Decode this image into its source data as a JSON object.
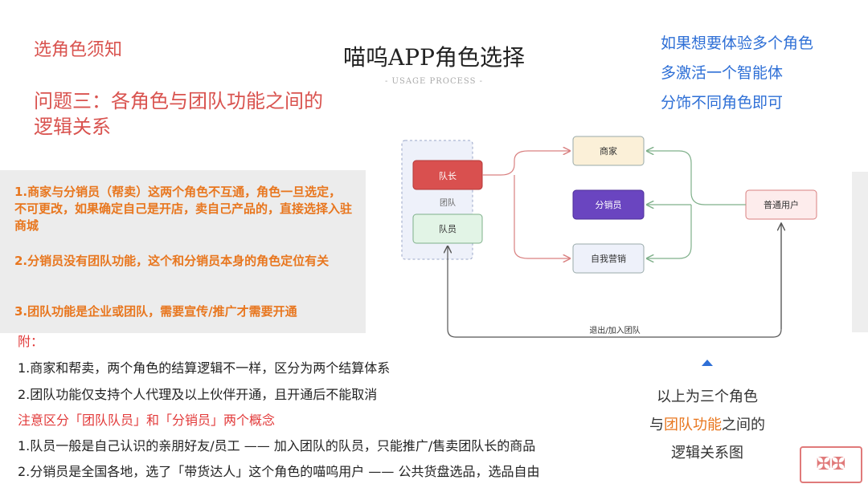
{
  "notice_title": "选角色须知",
  "question": "问题三：各角色与团队功能之间的逻辑关系",
  "main_title": "喵呜APP角色选择",
  "subtitle": "- USAGE PROCESS -",
  "tip": {
    "line1": "如果想要体验多个角色",
    "line2": "多激活一个智能体",
    "line3": "分饰不同角色即可"
  },
  "points": [
    "1.商家与分销员（帮卖）这两个角色不互通，角色一旦选定，不可更改，如果确定自己是开店，卖自己产品的，直接选择入驻商城",
    "2.分销员没有团队功能，这个和分销员本身的角色定位有关",
    "3.团队功能是企业或团队，需要宣传/推广才需要开通"
  ],
  "appendix_label": "附：",
  "notes": [
    "1.商家和帮卖，两个角色的结算逻辑不一样，区分为两个结算体系",
    "2.团队功能仅支持个人代理及以上伙伴开通，且开通后不能取消",
    "1.队员一般是自己认识的亲朋好友/员工 —— 加入团队的队员，只能推广/售卖团队长的商品",
    "2.分销员是全国各地，选了「带货达人」这个角色的喵呜用户 —— 公共货盘选品，选品自由"
  ],
  "warning": "注意区分「团队队员」和「分销员」两个概念",
  "diagram": {
    "leader": "队长",
    "team": "团队",
    "member": "队员",
    "merchant": "商家",
    "distributor": "分销员",
    "self_marketing": "自我营销",
    "normal_user": "普通用户",
    "exit_join": "退出/加入团队"
  },
  "caption": {
    "line1": "以上为三个角色",
    "line2_prefix": "与",
    "line2_highlight": "团队功能",
    "line2_suffix": "之间的",
    "line3": "逻辑关系图"
  },
  "colors": {
    "red_heading": "#d9534f",
    "orange": "#e8761e",
    "blue": "#2e6fd6",
    "leader_fill": "#d9504f",
    "distributor_fill": "#6a45c0"
  }
}
